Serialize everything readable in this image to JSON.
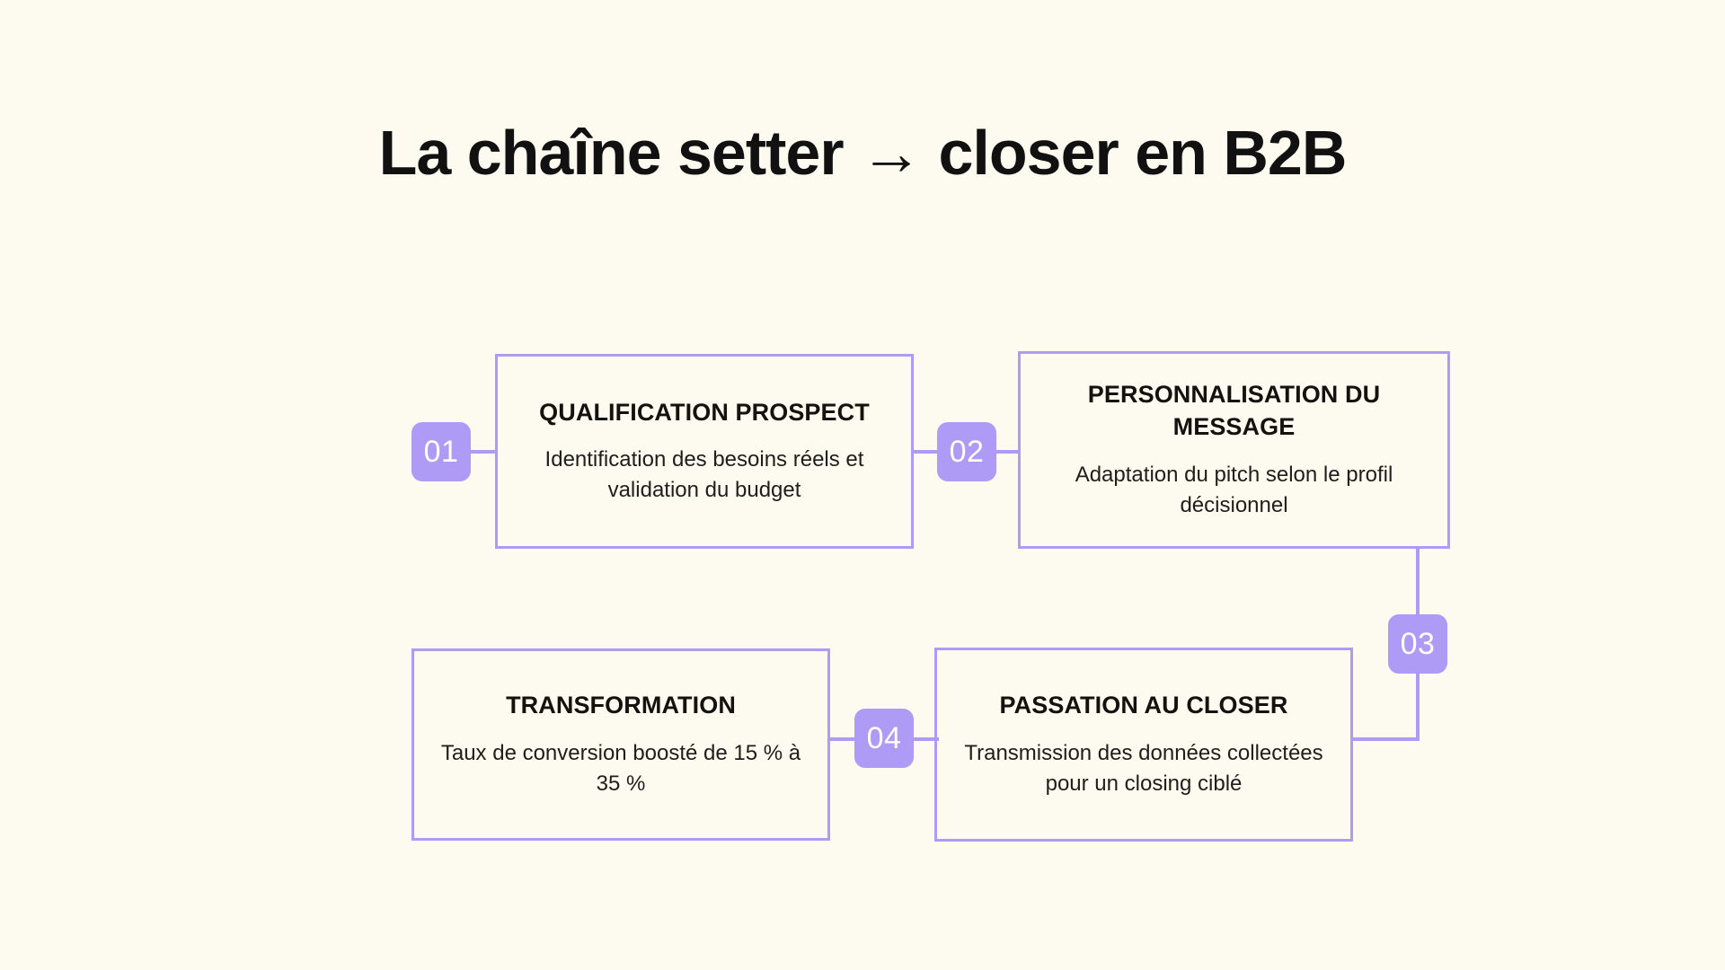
{
  "page": {
    "title": "La chaîne setter → closer en B2B",
    "background_color": "#fdfbf0",
    "accent_color": "#ad9bf5",
    "text_color": "#14110f"
  },
  "diagram": {
    "type": "process-flow",
    "step_count": 4,
    "steps": [
      {
        "number": "01",
        "title": "QUALIFICATION PROSPECT",
        "description": "Identification des besoins réels et validation du budget"
      },
      {
        "number": "02",
        "title": "PERSONNALISATION DU MESSAGE",
        "description": "Adaptation du pitch selon le profil décisionnel"
      },
      {
        "number": "03",
        "title": "PASSATION AU CLOSER",
        "description": "Transmission des données collectées pour un closing ciblé"
      },
      {
        "number": "04",
        "title": "TRANSFORMATION",
        "description": "Taux de conversion boosté de 15 % à 35 %"
      }
    ]
  }
}
